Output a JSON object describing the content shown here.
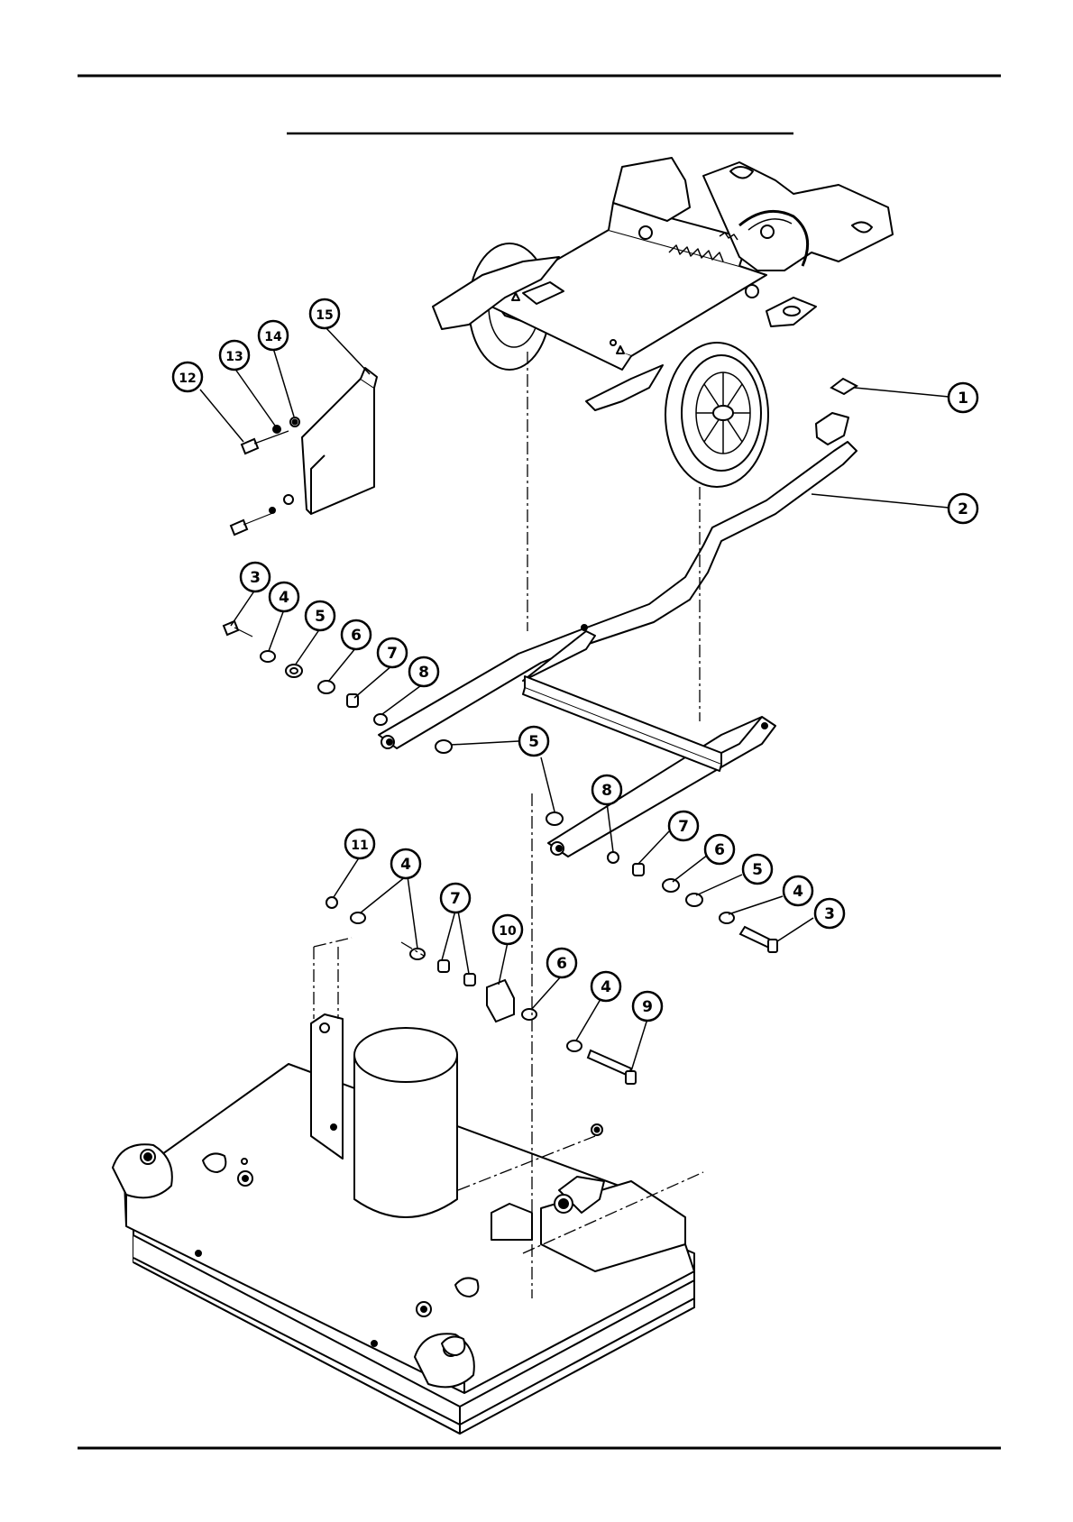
{
  "header": {
    "title": ""
  },
  "callouts": [
    {
      "id": "c1",
      "label": "1"
    },
    {
      "id": "c2",
      "label": "2"
    },
    {
      "id": "c3a",
      "label": "3"
    },
    {
      "id": "c3b",
      "label": "3"
    },
    {
      "id": "c4a",
      "label": "4"
    },
    {
      "id": "c4b",
      "label": "4"
    },
    {
      "id": "c4c",
      "label": "4"
    },
    {
      "id": "c4d",
      "label": "4"
    },
    {
      "id": "c5a",
      "label": "5"
    },
    {
      "id": "c5b",
      "label": "5"
    },
    {
      "id": "c5c",
      "label": "5"
    },
    {
      "id": "c6a",
      "label": "6"
    },
    {
      "id": "c6b",
      "label": "6"
    },
    {
      "id": "c6c",
      "label": "6"
    },
    {
      "id": "c7a",
      "label": "7"
    },
    {
      "id": "c7b",
      "label": "7"
    },
    {
      "id": "c7c",
      "label": "7"
    },
    {
      "id": "c8a",
      "label": "8"
    },
    {
      "id": "c8b",
      "label": "8"
    },
    {
      "id": "c9",
      "label": "9"
    },
    {
      "id": "c10",
      "label": "10"
    },
    {
      "id": "c11",
      "label": "11"
    },
    {
      "id": "c12",
      "label": "12"
    },
    {
      "id": "c13",
      "label": "13"
    },
    {
      "id": "c14",
      "label": "14"
    },
    {
      "id": "c15",
      "label": "15"
    }
  ]
}
